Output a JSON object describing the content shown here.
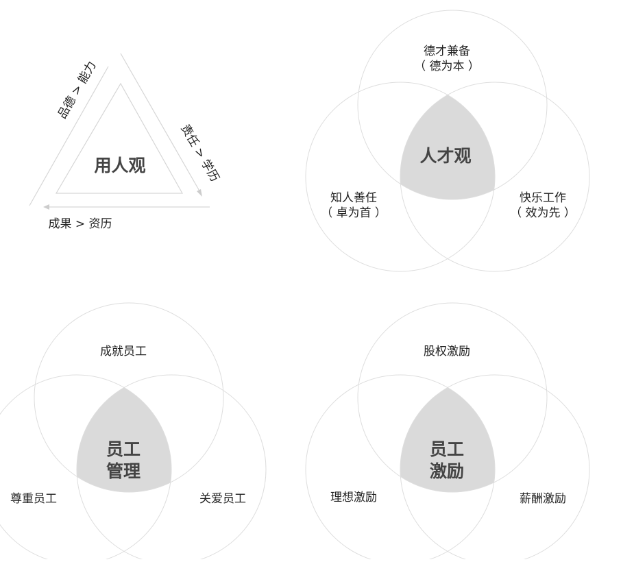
{
  "triangle_diagram": {
    "center": "用人观",
    "left_side": "品德 > 能力",
    "right_side": "责任 > 学历",
    "bottom_side": "成果 > 资历"
  },
  "talent_venn": {
    "center": "人才观",
    "top": [
      "德才兼备",
      "（ 德为本 ）"
    ],
    "left": [
      "知人善任",
      "（ 卓为首 ）"
    ],
    "right": [
      "快乐工作",
      "（ 效为先 ）"
    ]
  },
  "management_venn": {
    "center": [
      "员工",
      "管理"
    ],
    "top": "成就员工",
    "left": "尊重员工",
    "right": "关爱员工"
  },
  "incentive_venn": {
    "center": [
      "员工",
      "激励"
    ],
    "top": "股权激励",
    "left": "理想激励",
    "right": "薪酬激励"
  }
}
